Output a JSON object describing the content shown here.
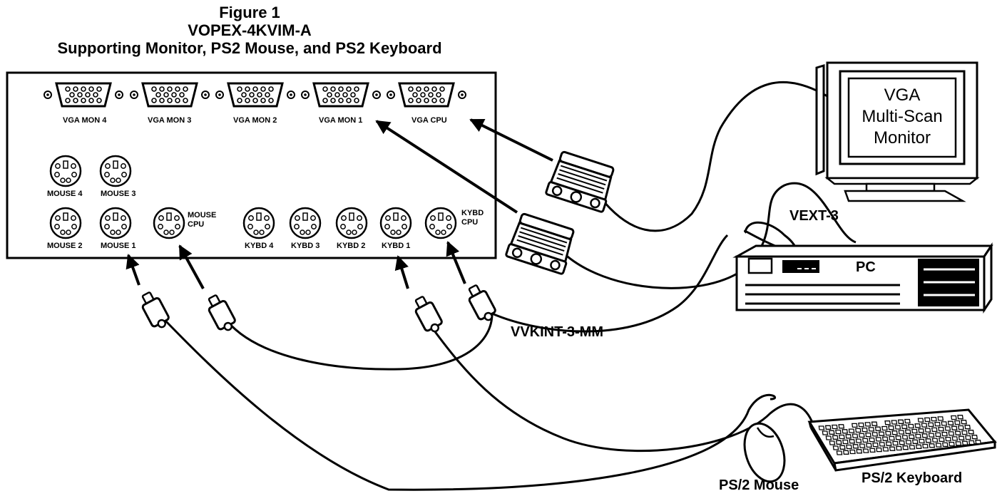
{
  "title": {
    "line1": "Figure 1",
    "line2": "VOPEX-4KVIM-A",
    "line3": "Supporting Monitor, PS2 Mouse, and PS2 Keyboard"
  },
  "vga_ports": [
    "VGA MON 4",
    "VGA MON 3",
    "VGA MON 2",
    "VGA MON 1",
    "VGA CPU"
  ],
  "mouse_ports_top": [
    "MOUSE 4",
    "MOUSE 3"
  ],
  "mouse_ports_bottom": [
    "MOUSE 2",
    "MOUSE 1"
  ],
  "mouse_cpu": [
    "MOUSE",
    "CPU"
  ],
  "kybd_ports": [
    "KYBD 4",
    "KYBD 3",
    "KYBD 2",
    "KYBD 1"
  ],
  "kybd_cpu": [
    "KYBD",
    "CPU"
  ],
  "monitor": [
    "VGA",
    "Multi-Scan",
    "Monitor"
  ],
  "labels": {
    "vext": "VEXT-3",
    "pc": "PC",
    "vvkint": "VVKINT-3-MM",
    "mouse": "PS/2 Mouse",
    "keyboard": "PS/2 Keyboard"
  }
}
